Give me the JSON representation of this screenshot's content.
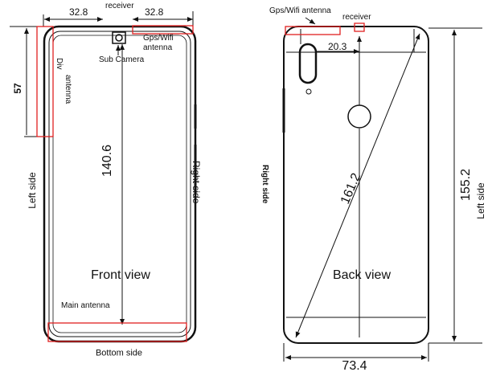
{
  "front": {
    "dim_top_left": "32.8",
    "dim_top_right": "32.8",
    "receiver": "receiver",
    "gps_wifi": "Gps/Wifi",
    "gps_wifi_2": "antenna",
    "sub_camera": "Sub Camera",
    "div_antenna": "Div",
    "div_antenna_2": "antenna",
    "dim_57": "57",
    "dim_height": "140.6",
    "left_side": "Left side",
    "right_side": "Right side",
    "view_label": "Front view",
    "main_antenna": "Main antenna",
    "bottom_side": "Bottom side"
  },
  "back": {
    "gps_wifi": "Gps/Wifi antenna",
    "receiver": "receiver",
    "dim_20": "20.3",
    "dim_diag": "161.2",
    "dim_height": "155.2",
    "dim_width": "73.4",
    "left_side": "Left side",
    "right_side": "Right side",
    "view_label": "Back view"
  },
  "colors": {
    "line": "#111111",
    "highlight": "#e02020"
  }
}
